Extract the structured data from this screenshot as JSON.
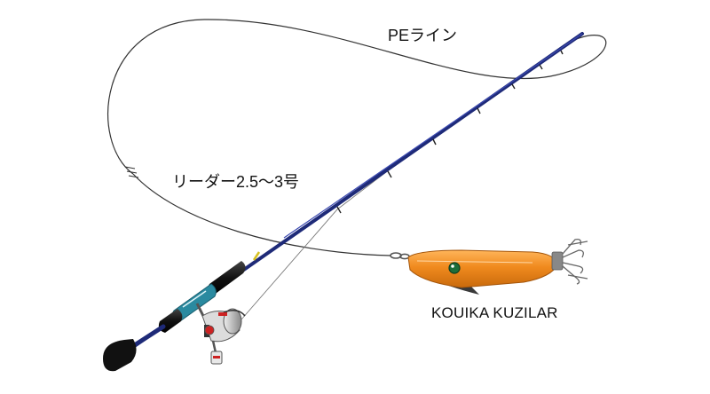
{
  "labels": {
    "pe_line": "PEライン",
    "leader": "リーダー2.5〜3号",
    "lure": "KOUIKA KUZILAR"
  },
  "colors": {
    "background": "#ffffff",
    "line": "#333333",
    "rod_blank": "#1e2a78",
    "grip": "#1a1a1a",
    "reel_seat": "#2a8aa0",
    "lure_body": "#f08a1e",
    "lure_fin": "#3a3a3a"
  }
}
